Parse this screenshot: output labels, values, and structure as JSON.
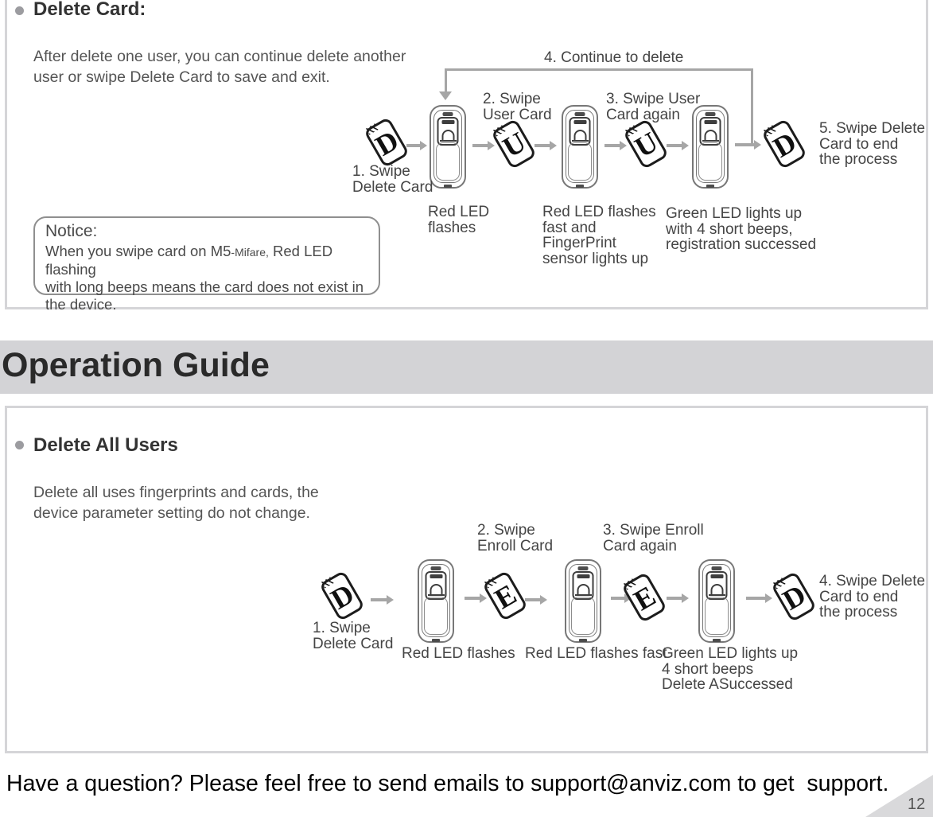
{
  "colors": {
    "banner_bg": "#d3d3d6",
    "diagram_gray": "#a6a6a6"
  },
  "banner": {
    "title": "Operation Guide"
  },
  "footer": {
    "text": "Have a question? Please feel free to send emails to support@anviz.com to get  support.",
    "page_number": "12"
  },
  "delete_card": {
    "title": "Delete Card:",
    "description": "After delete one user, you can continue delete another\nuser or swipe Delete Card to save and exit.",
    "steps": {
      "step1": "1. Swipe\nDelete Card",
      "step2": "2. Swipe\nUser Card",
      "step3": "3. Swipe User\nCard again",
      "step4": "4. Continue to delete",
      "step5": "5. Swipe Delete\nCard to end\nthe process"
    },
    "status1": "Red LED\nflashes",
    "status2": "Red LED flashes\nfast and\nFingerPrint\nsensor lights up",
    "status3": "Green LED lights up\nwith 4 short beeps,\nregistration successed",
    "cards": [
      "D",
      "U",
      "U",
      "D"
    ],
    "notice": {
      "title": "Notice:",
      "body_prefix": "When you swipe card on M5",
      "body_small": "-Mifare,",
      "body_suffix": " Red LED flashing\nwith long beeps means the card does not exist in\nthe device."
    }
  },
  "delete_all": {
    "title": "Delete All Users",
    "description": "Delete all uses fingerprints and cards, the\ndevice parameter setting do not change.",
    "steps": {
      "step1": "1. Swipe\nDelete Card",
      "step2": "2. Swipe\nEnroll Card",
      "step3": "3. Swipe Enroll\nCard again",
      "step4": "4. Swipe Delete\nCard to end\nthe process"
    },
    "status1": "Red LED flashes",
    "status2": "Red LED flashes fast",
    "status3": "Green LED lights up\n4 short beeps\nDelete ASuccessed",
    "cards": [
      "D",
      "E",
      "E",
      "D"
    ]
  }
}
